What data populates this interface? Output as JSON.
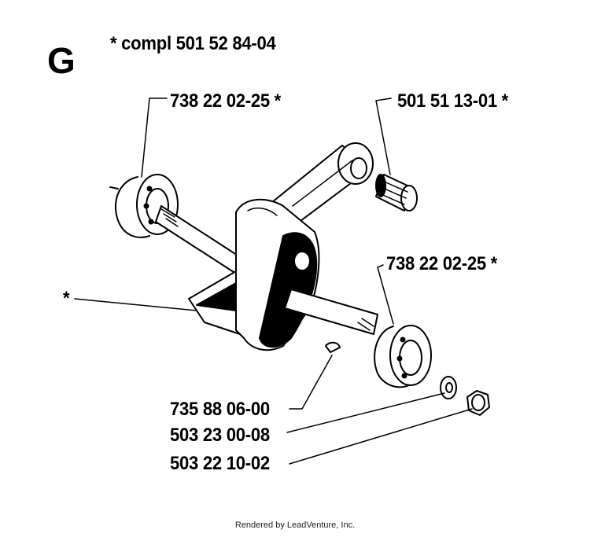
{
  "section_letter": "G",
  "assembly_note": "* compl 501 52 84-04",
  "callouts": {
    "bearing_top_left": "738 22 02-25 *",
    "bearing_top_right": "501 51 13-01 *",
    "bearing_right": "738 22 02-25 *",
    "crankshaft_star": "*",
    "key": "735 88 06-00",
    "washer": "503 23 00-08",
    "nut": "503 22 10-02"
  },
  "footer": "Rendered by LeadVenture, Inc."
}
